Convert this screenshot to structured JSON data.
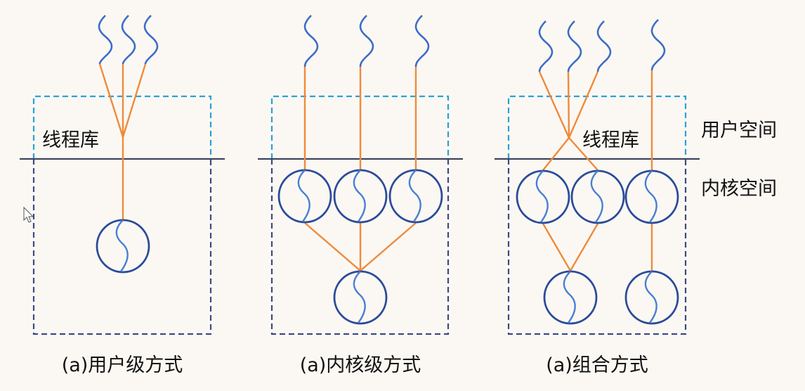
{
  "labels": {
    "user_space": "用户空间",
    "kernel_space": "内核空间",
    "thread_library": "线程库"
  },
  "panels": [
    {
      "id": "user-level",
      "caption": "(a)用户级方式"
    },
    {
      "id": "kernel-level",
      "caption": "(a)内核级方式"
    },
    {
      "id": "combined",
      "caption": "(a)组合方式"
    }
  ],
  "colors": {
    "user_space_box": "#2aa2d6",
    "kernel_space_box": "#3c4a86",
    "connector": "#f08a3a",
    "thread_circle": "#2b4b9a",
    "thread_wave": "#4a7fd4"
  }
}
